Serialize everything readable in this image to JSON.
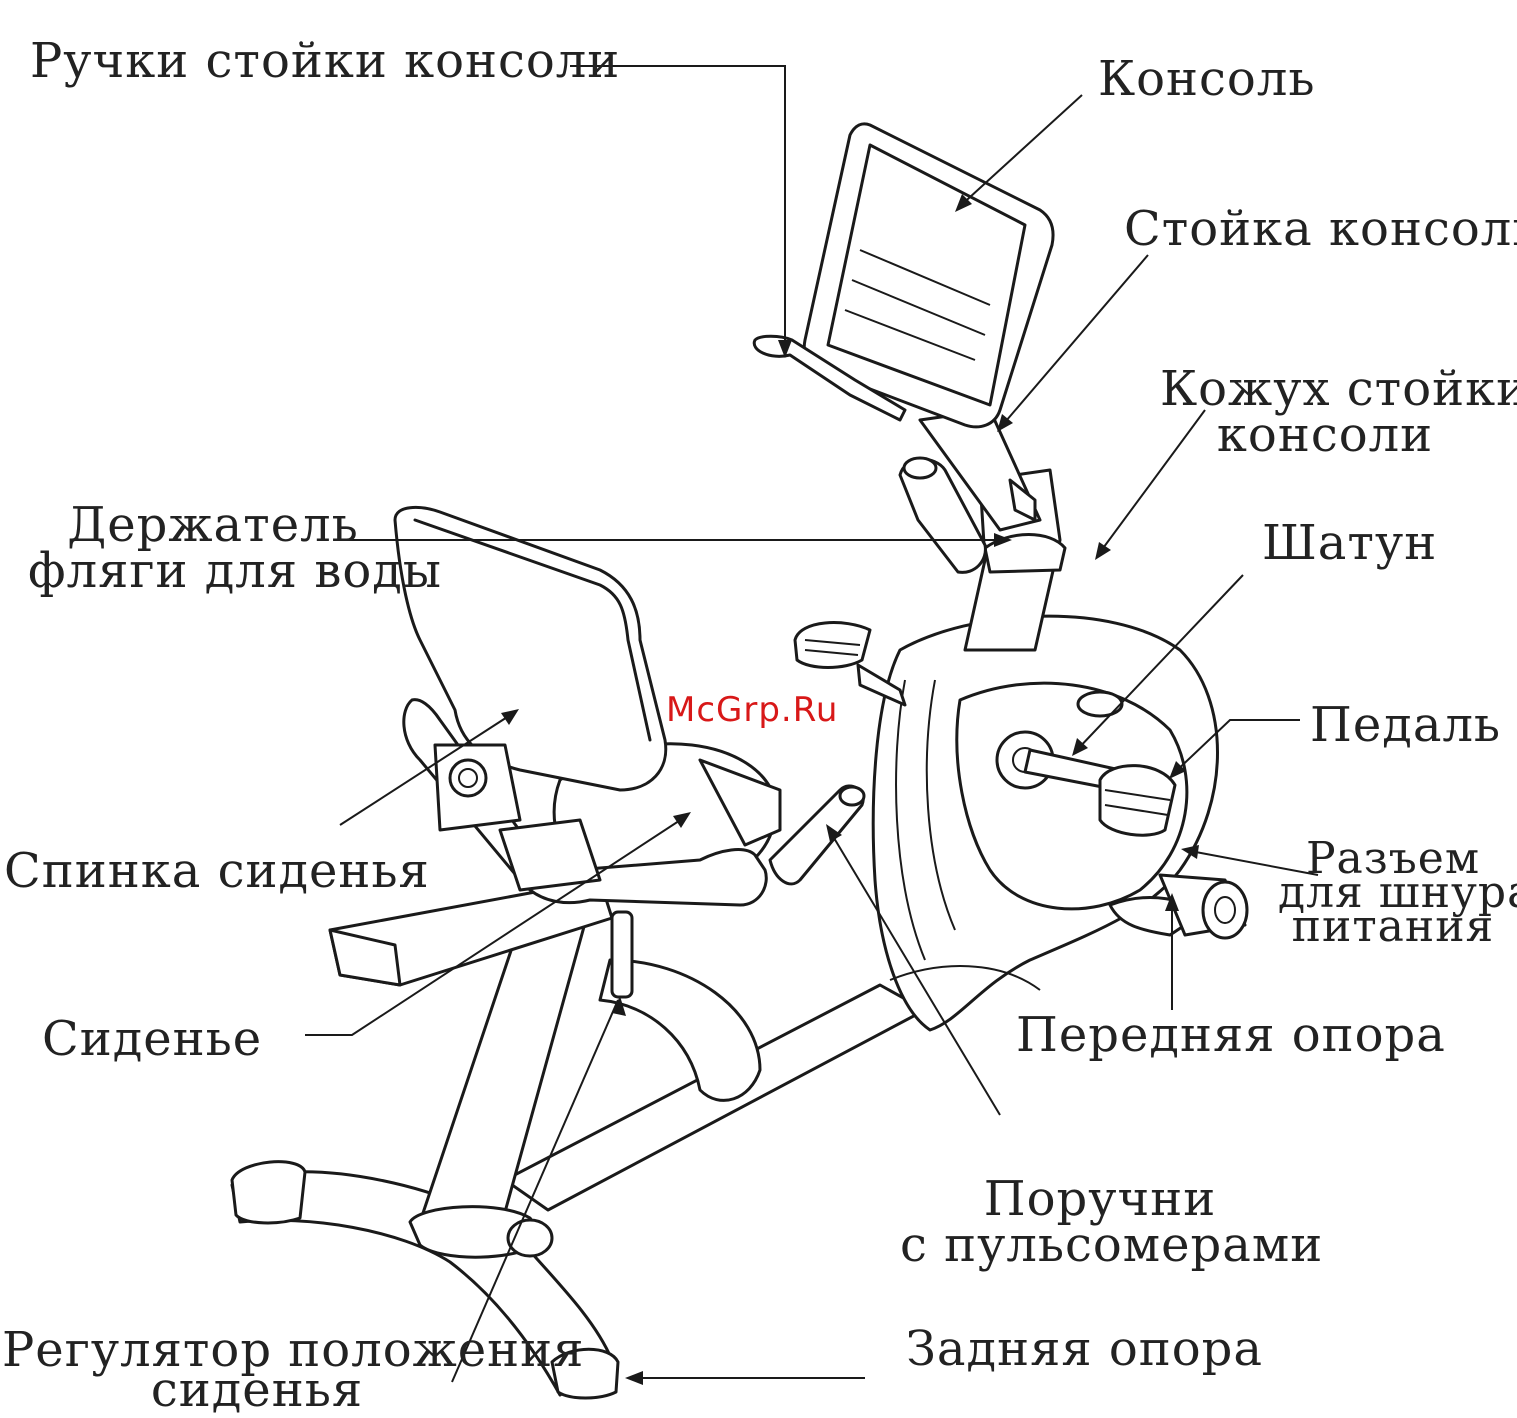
{
  "diagram": {
    "labels": {
      "console_handles": "Ручки стойки консоли",
      "console": "Консоль",
      "console_mast": "Стойка консоли",
      "mast_cover_line1": "Кожух стойки",
      "mast_cover_line2": "консоли",
      "bottle_holder_line1": "Держатель",
      "bottle_holder_line2": "фляги для воды",
      "crank": "Шатун",
      "pedal": "Педаль",
      "power_jack_line1": "Разъем",
      "power_jack_line2": "для шнура",
      "power_jack_line3": "питания",
      "seat_back": "Спинка сиденья",
      "seat": "Сиденье",
      "front_stabilizer": "Передняя опора",
      "pulse_grips_line1": "Поручни",
      "pulse_grips_line2": "с пульсомерами",
      "seat_adjuster_line1": "Регулятор положения",
      "seat_adjuster_line2": "сиденья",
      "rear_stabilizer": "Задняя опора"
    },
    "watermark": "McGrp.Ru",
    "line_color": "#1a1a1a",
    "text_color": "#222222",
    "watermark_color": "#d81818"
  }
}
